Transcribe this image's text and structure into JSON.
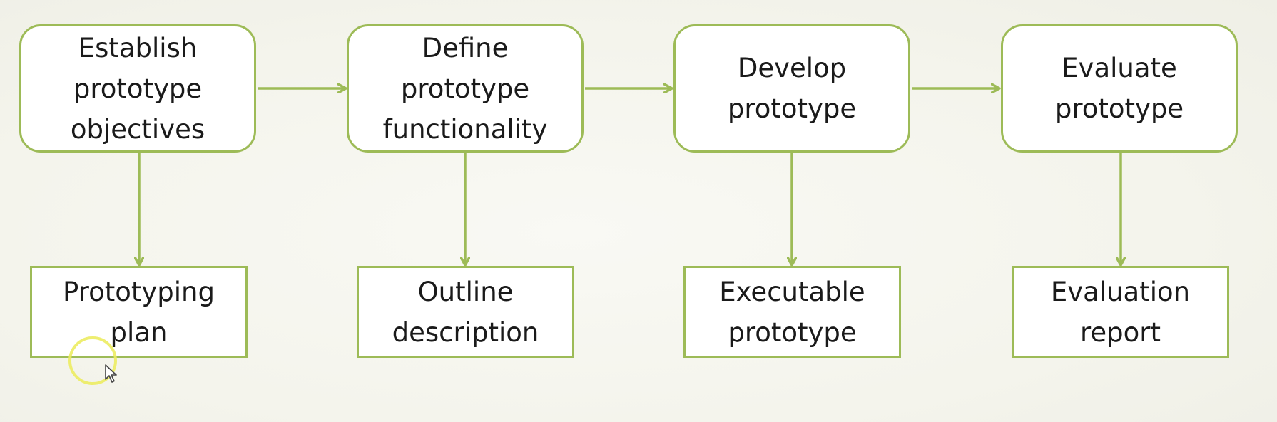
{
  "diagram": {
    "activities": [
      {
        "id": "establish",
        "label": "Establish\nprototype\nobjectives"
      },
      {
        "id": "define",
        "label": "Define\nprototype\nfunctionality"
      },
      {
        "id": "develop",
        "label": "Develop\nprototype"
      },
      {
        "id": "evaluate",
        "label": "Evaluate\nprototype"
      }
    ],
    "deliverables": [
      {
        "id": "plan",
        "label": "Prototyping\nplan"
      },
      {
        "id": "outline",
        "label": "Outline\ndescription"
      },
      {
        "id": "executable",
        "label": "Executable\nprototype"
      },
      {
        "id": "report",
        "label": "Evaluation\nreport"
      }
    ],
    "edges": [
      {
        "from": "establish",
        "to": "define"
      },
      {
        "from": "define",
        "to": "develop"
      },
      {
        "from": "develop",
        "to": "evaluate"
      },
      {
        "from": "establish",
        "to": "plan"
      },
      {
        "from": "define",
        "to": "outline"
      },
      {
        "from": "develop",
        "to": "executable"
      },
      {
        "from": "evaluate",
        "to": "report"
      }
    ],
    "colors": {
      "stroke": "#9dbb57",
      "box_fill": "#ffffff",
      "background": "#f6f6ef",
      "cursor_highlight": "#ecec62"
    }
  },
  "cursor": {
    "icon": "mouse-pointer-icon"
  }
}
